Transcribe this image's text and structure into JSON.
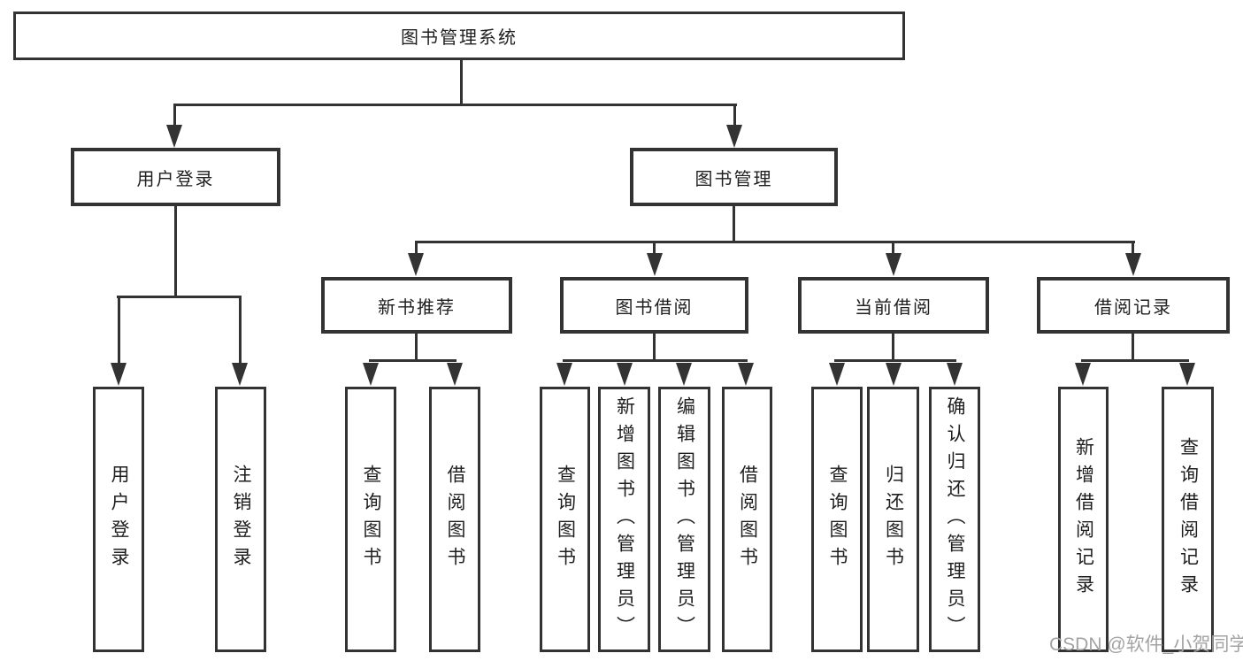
{
  "diagram": {
    "root": {
      "label": "图书管理系统"
    },
    "branches": [
      {
        "label": "用户登录",
        "children": [
          {
            "label": "用户登录"
          },
          {
            "label": "注销登录"
          }
        ]
      },
      {
        "label": "图书管理",
        "groups": [
          {
            "label": "新书推荐",
            "children": [
              {
                "label": "查询图书"
              },
              {
                "label": "借阅图书"
              }
            ]
          },
          {
            "label": "图书借阅",
            "children": [
              {
                "label": "查询图书"
              },
              {
                "label": "新增图书（管理员）"
              },
              {
                "label": "编辑图书（管理员）"
              },
              {
                "label": "借阅图书"
              }
            ]
          },
          {
            "label": "当前借阅",
            "children": [
              {
                "label": "查询图书"
              },
              {
                "label": "归还图书"
              },
              {
                "label": "确认归还（管理员）"
              }
            ]
          },
          {
            "label": "借阅记录",
            "children": [
              {
                "label": "新增借阅记录"
              },
              {
                "label": "查询借阅记录"
              }
            ]
          }
        ]
      }
    ]
  },
  "watermark": {
    "text": "CSDN @软件_小贺同学"
  },
  "colors": {
    "line": "#333333",
    "text": "#1f1f1f",
    "box_background": "#ffffff",
    "page_background": "#ffffff",
    "watermark": "#a3a3a3"
  }
}
